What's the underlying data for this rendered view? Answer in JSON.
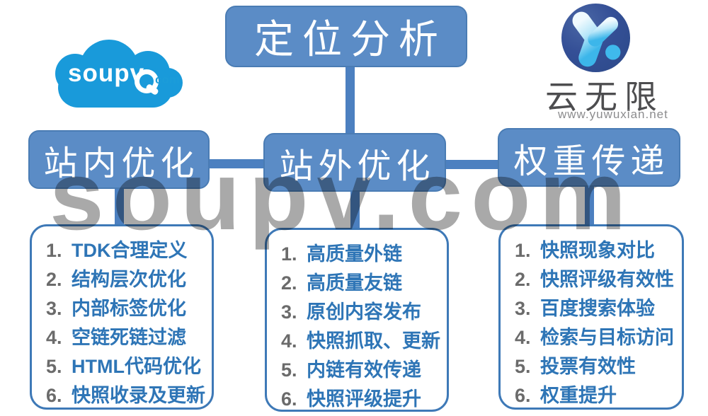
{
  "diagram": {
    "root": {
      "label": "定位分析"
    },
    "branches": [
      {
        "title": "站内优化",
        "items": [
          {
            "num": "1.",
            "text": "TDK合理定义"
          },
          {
            "num": "2.",
            "text": "结构层次优化"
          },
          {
            "num": "3.",
            "text": "内部标签优化"
          },
          {
            "num": "4.",
            "text": "空链死链过滤"
          },
          {
            "num": "5.",
            "text": "HTML代码优化"
          },
          {
            "num": "6.",
            "text": "快照收录及更新"
          }
        ]
      },
      {
        "title": "站外优化",
        "items": [
          {
            "num": "1.",
            "text": "高质量外链"
          },
          {
            "num": "2.",
            "text": "高质量友链"
          },
          {
            "num": "3.",
            "text": "原创内容发布"
          },
          {
            "num": "4.",
            "text": "快照抓取、更新"
          },
          {
            "num": "5.",
            "text": "内链有效传递"
          },
          {
            "num": "6.",
            "text": "快照评级提升"
          }
        ]
      },
      {
        "title": "权重传递",
        "items": [
          {
            "num": "1.",
            "text": "快照现象对比"
          },
          {
            "num": "2.",
            "text": "快照评级有效性"
          },
          {
            "num": "3.",
            "text": "百度搜索体验"
          },
          {
            "num": "4.",
            "text": "检索与目标访问"
          },
          {
            "num": "5.",
            "text": "投票有效性"
          },
          {
            "num": "6.",
            "text": "权重提升"
          }
        ]
      }
    ]
  },
  "logos": {
    "soupv": {
      "brand": "soupv",
      "tld": "com"
    },
    "yunwuxian": {
      "brand": "云无限",
      "url": "www.yuwuxian.net"
    }
  },
  "watermark": {
    "text": "soupv.com"
  },
  "colors": {
    "node_blue": "#5b8cc6",
    "node_border_blue": "#4a7cb4",
    "connector_blue": "#4c80c0",
    "list_border_blue": "#3e79b7",
    "list_text_blue": "#2e75b6",
    "list_number_gray": "#6b6b6b",
    "watermark_gray": "#a9a9a9",
    "soupv_cloud_blue": "#199ada",
    "soupv_com_blue": "#1b9cd9",
    "yunwuxian_navy": "#2c4a88",
    "yunwuxian_text_gray": "#4d4d4f"
  }
}
